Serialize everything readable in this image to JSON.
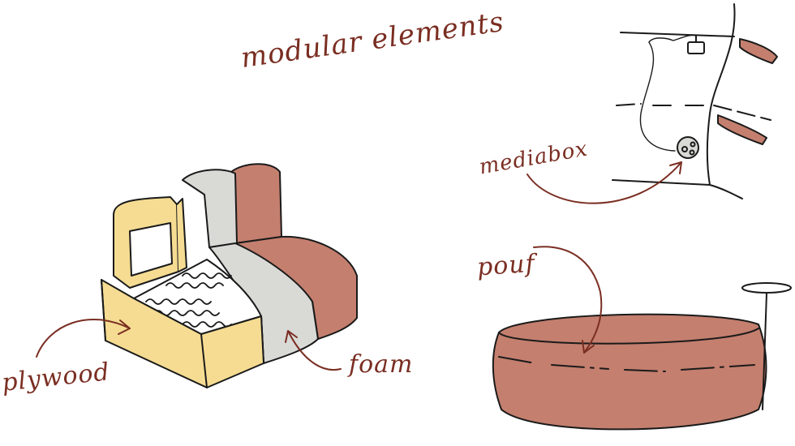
{
  "title": "modular elements",
  "labels": {
    "plywood": "plywood",
    "foam": "foam",
    "mediabox": "mediabox",
    "pouf": "pouf"
  },
  "colors": {
    "ink": "#1a1a1a",
    "annotation": "#7a2e22",
    "plywood": "#f5dc92",
    "foam": "#d9d9d6",
    "upholstery": "#c47f6e"
  }
}
